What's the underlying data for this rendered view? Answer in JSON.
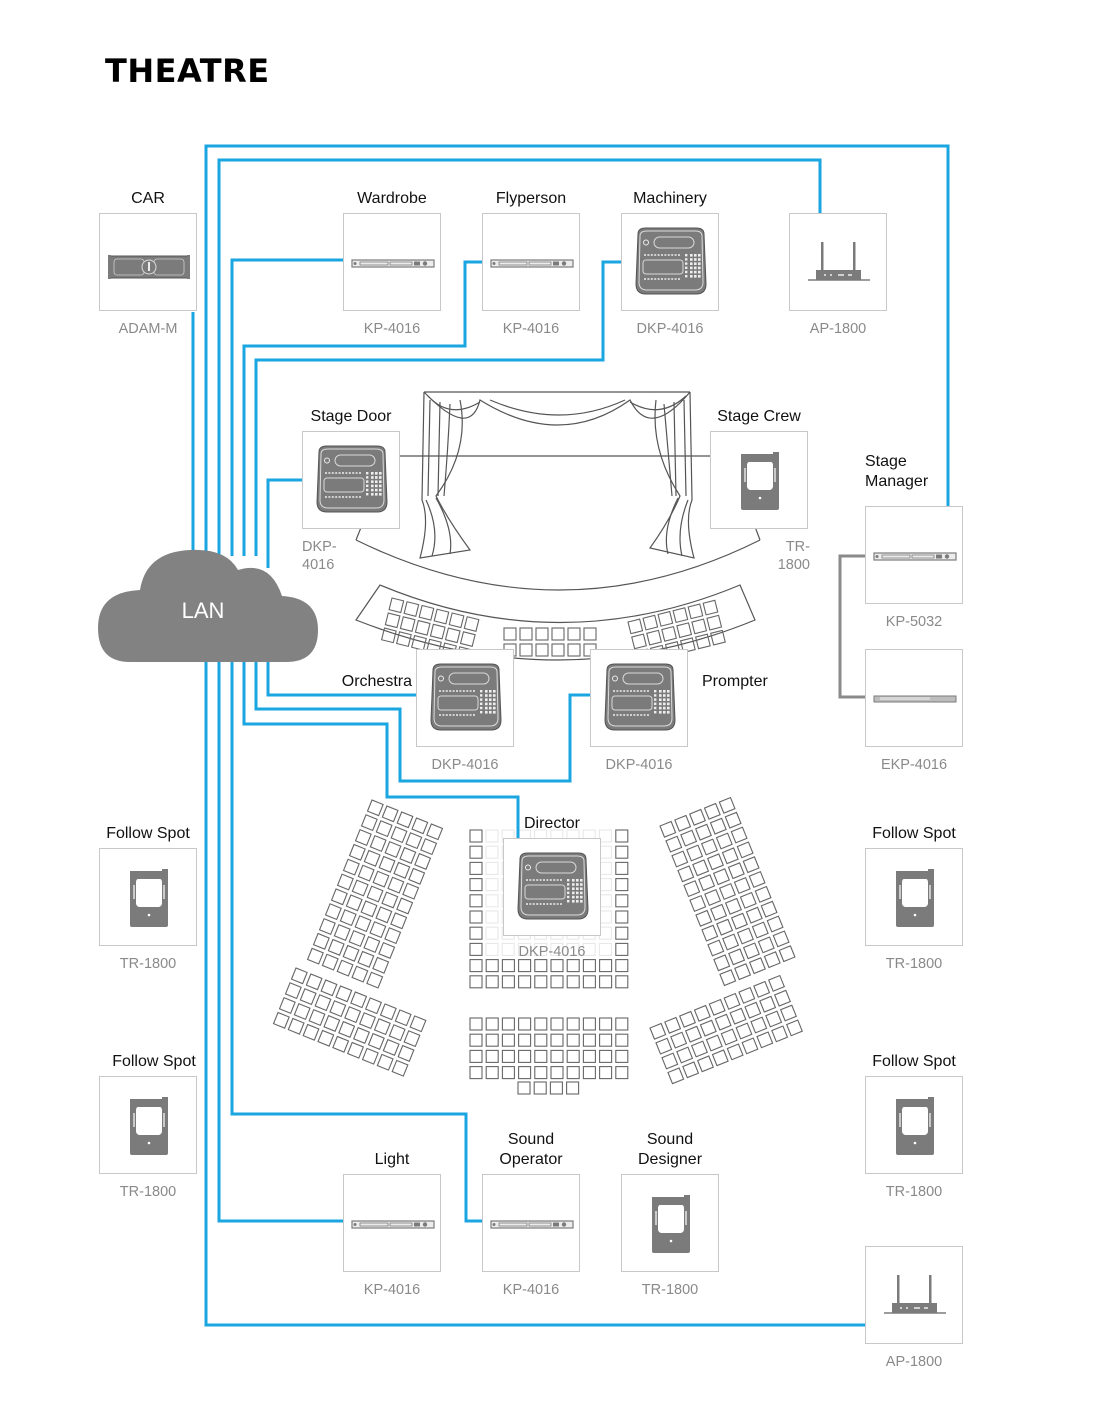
{
  "title": "THEATRE",
  "network": {
    "label": "LAN",
    "cable_color": "#1aa6e0",
    "local_link_color": "#8a8a8a"
  },
  "devices": [
    {
      "id": "car",
      "role": "CAR",
      "model": "ADAM-M",
      "icon": "matrix-frame-icon"
    },
    {
      "id": "wardrobe",
      "role": "Wardrobe",
      "model": "KP-4016",
      "icon": "rack-keypanel-icon"
    },
    {
      "id": "flyperson",
      "role": "Flyperson",
      "model": "KP-4016",
      "icon": "rack-keypanel-icon"
    },
    {
      "id": "machinery",
      "role": "Machinery",
      "model": "DKP-4016",
      "icon": "desktop-keypanel-icon"
    },
    {
      "id": "ap-top",
      "role": "",
      "model": "AP-1800",
      "icon": "access-point-icon"
    },
    {
      "id": "stage-door",
      "role": "Stage Door",
      "model_lines": [
        "DKP-",
        "4016"
      ],
      "icon": "desktop-keypanel-icon"
    },
    {
      "id": "stage-crew",
      "role": "Stage Crew",
      "model_lines": [
        "TR-",
        "1800"
      ],
      "icon": "beltpack-icon"
    },
    {
      "id": "stage-manager",
      "role_lines": [
        "Stage",
        "Manager"
      ],
      "model": "KP-5032",
      "icon": "rack-keypanel-icon"
    },
    {
      "id": "stage-manager-ext",
      "role": "",
      "model": "EKP-4016",
      "icon": "expansion-panel-icon"
    },
    {
      "id": "orchestra",
      "role": "Orchestra",
      "model": "DKP-4016",
      "icon": "desktop-keypanel-icon"
    },
    {
      "id": "prompter",
      "role": "Prompter",
      "model": "DKP-4016",
      "icon": "desktop-keypanel-icon"
    },
    {
      "id": "director",
      "role": "Director",
      "model": "DKP-4016",
      "icon": "desktop-keypanel-icon"
    },
    {
      "id": "follow-spot-l1",
      "role": "Follow Spot",
      "model": "TR-1800",
      "icon": "beltpack-icon"
    },
    {
      "id": "follow-spot-l2",
      "role": "Follow Spot",
      "model": "TR-1800",
      "icon": "beltpack-icon"
    },
    {
      "id": "follow-spot-r1",
      "role": "Follow Spot",
      "model": "TR-1800",
      "icon": "beltpack-icon"
    },
    {
      "id": "follow-spot-r2",
      "role": "Follow Spot",
      "model": "TR-1800",
      "icon": "beltpack-icon"
    },
    {
      "id": "light",
      "role": "Light",
      "model": "KP-4016",
      "icon": "rack-keypanel-icon"
    },
    {
      "id": "sound-operator",
      "role_lines": [
        "Sound",
        "Operator"
      ],
      "model": "KP-4016",
      "icon": "rack-keypanel-icon"
    },
    {
      "id": "sound-designer",
      "role_lines": [
        "Sound",
        "Designer"
      ],
      "model": "TR-1800",
      "icon": "beltpack-icon"
    },
    {
      "id": "ap-bottom",
      "role": "",
      "model": "AP-1800",
      "icon": "access-point-icon"
    }
  ]
}
